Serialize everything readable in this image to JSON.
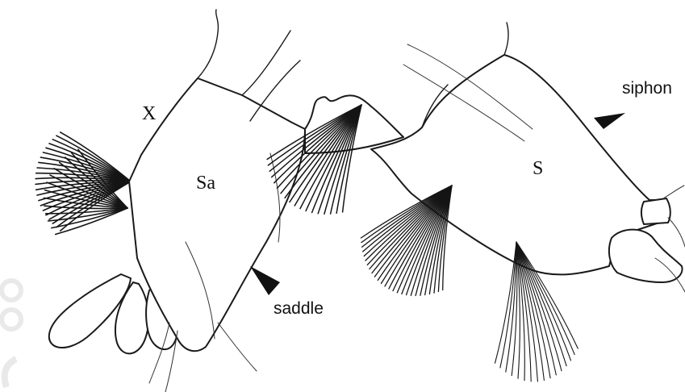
{
  "labels": {
    "anal_segment": "X",
    "saddle_abbrev": "Sa",
    "siphon_abbrev": "S",
    "saddle_callout": "saddle",
    "siphon_callout": "siphon"
  },
  "colors": {
    "line": "#1a1a1a",
    "background": "#ffffff"
  }
}
